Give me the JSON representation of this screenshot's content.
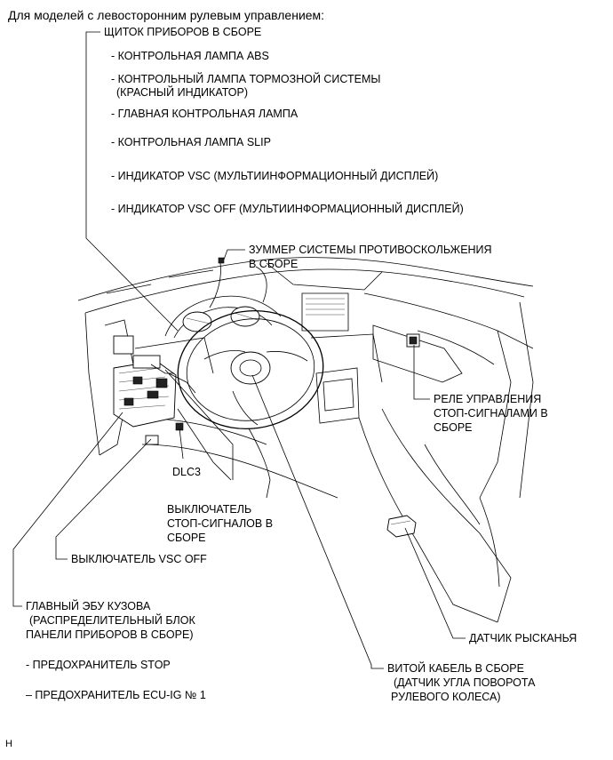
{
  "header": "Для моделей с левосторонним рулевым управлением:",
  "combination_meter": {
    "title": "ЩИТОК ПРИБОРОВ В СБОРЕ",
    "items": [
      "- КОНТРОЛЬНАЯ ЛАМПА ABS",
      "- КОНТРОЛЬНЫЙ ЛАМПА ТОРМОЗНОЙ СИСТЕМЫ",
      "(КРАСНЫЙ ИНДИКАТОР)",
      "- ГЛАВНАЯ КОНТРОЛЬНАЯ ЛАМПА",
      "- КОНТРОЛЬНАЯ ЛАМПА SLIP",
      "- ИНДИКАТОР VSC (МУЛЬТИИНФОРМАЦИОННЫЙ ДИСПЛЕЙ)",
      "- ИНДИКАТОР VSC OFF (МУЛЬТИИНФОРМАЦИОННЫЙ ДИСПЛЕЙ)"
    ]
  },
  "buzzer": [
    "ЗУММЕР СИСТЕМЫ ПРОТИВОСКОЛЬЖЕНИЯ",
    "В СБОРЕ"
  ],
  "stop_relay": [
    "РЕЛЕ УПРАВЛЕНИЯ",
    "СТОП-СИГНАЛАМИ В",
    "СБОРЕ"
  ],
  "dlc3": "DLC3",
  "stop_switch": [
    "ВЫКЛЮЧАТЕЛЬ",
    "СТОП-СИГНАЛОВ В",
    "СБОРЕ"
  ],
  "vsc_off_switch": "ВЫКЛЮЧАТЕЛЬ VSC OFF",
  "main_body_ecu": [
    "ГЛАВНЫЙ ЭБУ КУЗОВА",
    "(РАСПРЕДЕЛИТЕЛЬНЫЙ БЛОК",
    "ПАНЕЛИ ПРИБОРОВ В СБОРЕ)"
  ],
  "fuses": [
    "- ПРЕДОХРАНИТЕЛЬ STOP",
    "– ПРЕДОХРАНИТЕЛЬ ECU-IG № 1"
  ],
  "yaw_sensor": "ДАТЧИК РЫСКАНЬЯ",
  "spiral_cable": [
    "ВИТОЙ КАБЕЛЬ В СБОРЕ",
    "(ДАТЧИК УГЛА ПОВОРОТА",
    "РУЛЕВОГО КОЛЕСА)"
  ],
  "footer_mark": "H"
}
